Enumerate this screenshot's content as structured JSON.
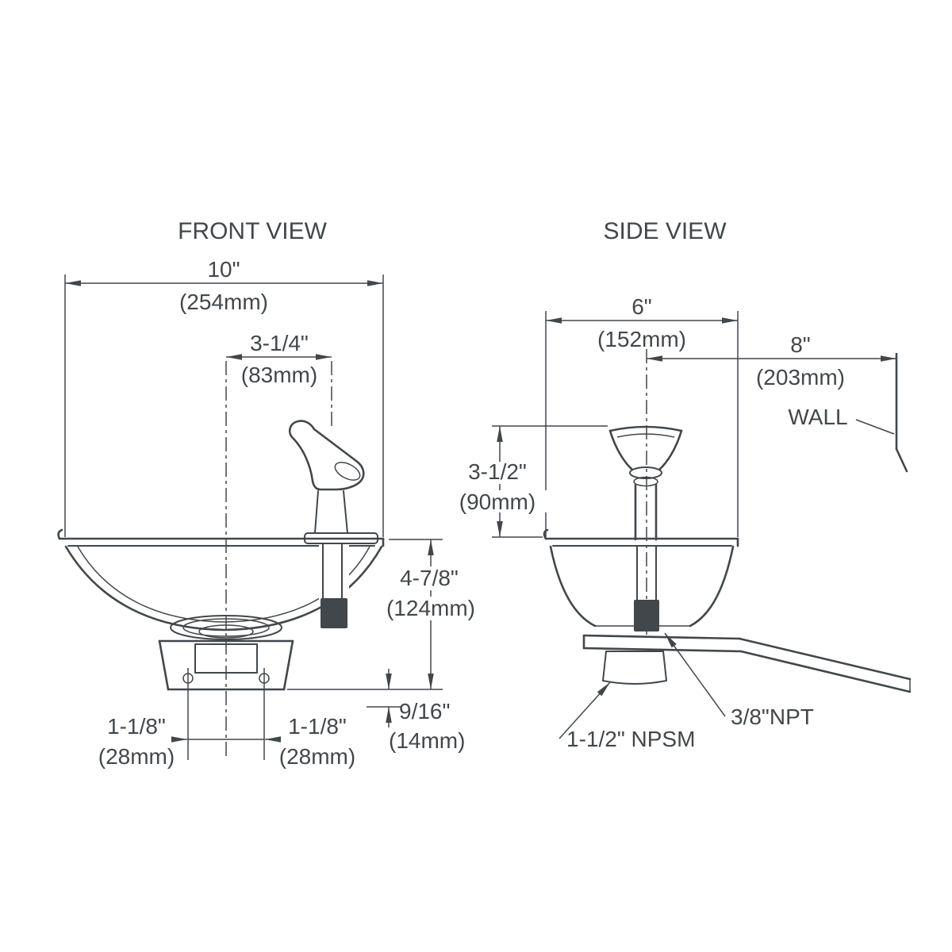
{
  "page": {
    "background": "#ffffff",
    "line_color": "#42474b"
  },
  "front_view": {
    "title": "FRONT VIEW",
    "width": {
      "in": "10\"",
      "mm": "(254mm)"
    },
    "bubbler_offset": {
      "in": "3-1/4\"",
      "mm": "(83mm)"
    },
    "bowl_height": {
      "in": "4-7/8\"",
      "mm": "(124mm)"
    },
    "bracket_offset": {
      "in": "9/16\"",
      "mm": "(14mm)"
    },
    "hole_spacing_left": {
      "in": "1-1/8\"",
      "mm": "(28mm)"
    },
    "hole_spacing_right": {
      "in": "1-1/8\"",
      "mm": "(28mm)"
    }
  },
  "side_view": {
    "title": "SIDE VIEW",
    "depth": {
      "in": "6\"",
      "mm": "(152mm)"
    },
    "wall_distance": {
      "in": "8\"",
      "mm": "(203mm)"
    },
    "bubbler_height": {
      "in": "3-1/2\"",
      "mm": "(90mm)"
    },
    "wall_label": "WALL",
    "supply_label": "3/8\"NPT",
    "drain_label": "1-1/2\" NPSM"
  }
}
